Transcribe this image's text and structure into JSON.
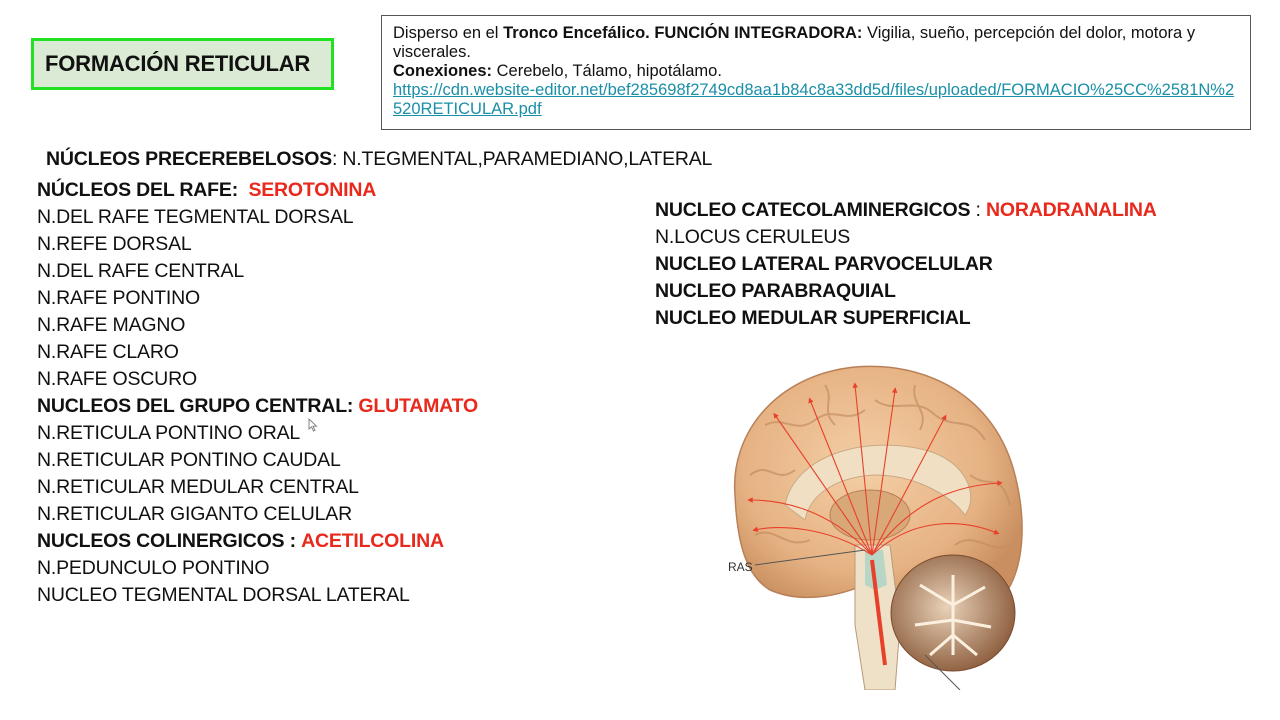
{
  "title": {
    "text": "FORMACIÓN RETICULAR",
    "border_color": "#22e022",
    "background_color": "#dbead5"
  },
  "info_box": {
    "line1_prefix": "Disperso en el ",
    "line1_bold1": "Tronco Encefálico. FUNCIÓN INTEGRADORA:",
    "line1_rest": " Vigilia, sueño, percepción del dolor, motora y viscerales.",
    "connections_label": "Conexiones:",
    "connections_text": " Cerebelo, Tálamo, hipotálamo.",
    "link": "https://cdn.website-editor.net/bef285698f2749cd8aa1b84c8a33dd5d/files/uploaded/FORMACIO%25CC%2581N%2520RETICULAR.pdf"
  },
  "precerebelosos": {
    "label": "NÚCLEOS PRECEREBELOSOS",
    "text": ": N.TEGMENTAL,PARAMEDIANO,LATERAL"
  },
  "left_column": {
    "rafe": {
      "heading": "NÚCLEOS DEL RAFE:",
      "neurotransmitter": "SEROTONINA",
      "items": [
        "N.DEL RAFE TEGMENTAL DORSAL",
        "N.REFE DORSAL",
        "N.DEL RAFE CENTRAL",
        "N.RAFE PONTINO",
        "N.RAFE MAGNO",
        "N.RAFE CLARO",
        "N.RAFE OSCURO"
      ]
    },
    "grupo_central": {
      "heading": "NUCLEOS DEL GRUPO CENTRAL:",
      "neurotransmitter": "GLUTAMATO",
      "items": [
        "N.RETICULA PONTINO ORAL",
        "N.RETICULAR PONTINO CAUDAL",
        "N.RETICULAR MEDULAR CENTRAL",
        "N.RETICULAR GIGANTO CELULAR"
      ]
    },
    "colinergicos": {
      "heading": "NUCLEOS COLINERGICOS :",
      "neurotransmitter": "ACETILCOLINA",
      "items": [
        "N.PEDUNCULO PONTINO",
        "NUCLEO TEGMENTAL DORSAL LATERAL"
      ]
    }
  },
  "right_column": {
    "heading": "NUCLEO CATECOLAMINERGICOS",
    "separator": " : ",
    "neurotransmitter": "NORADRANALINA",
    "items": [
      {
        "text": "N.LOCUS CERULEUS",
        "bold": false
      },
      {
        "text": "NUCLEO LATERAL PARVOCELULAR",
        "bold": true
      },
      {
        "text": "NUCLEO PARABRAQUIAL",
        "bold": true
      },
      {
        "text": "NUCLEO MEDULAR SUPERFICIAL",
        "bold": true
      }
    ]
  },
  "figure": {
    "label": "RAS"
  },
  "colors": {
    "accent_red": "#e8291c",
    "link": "#1a8fa8"
  }
}
